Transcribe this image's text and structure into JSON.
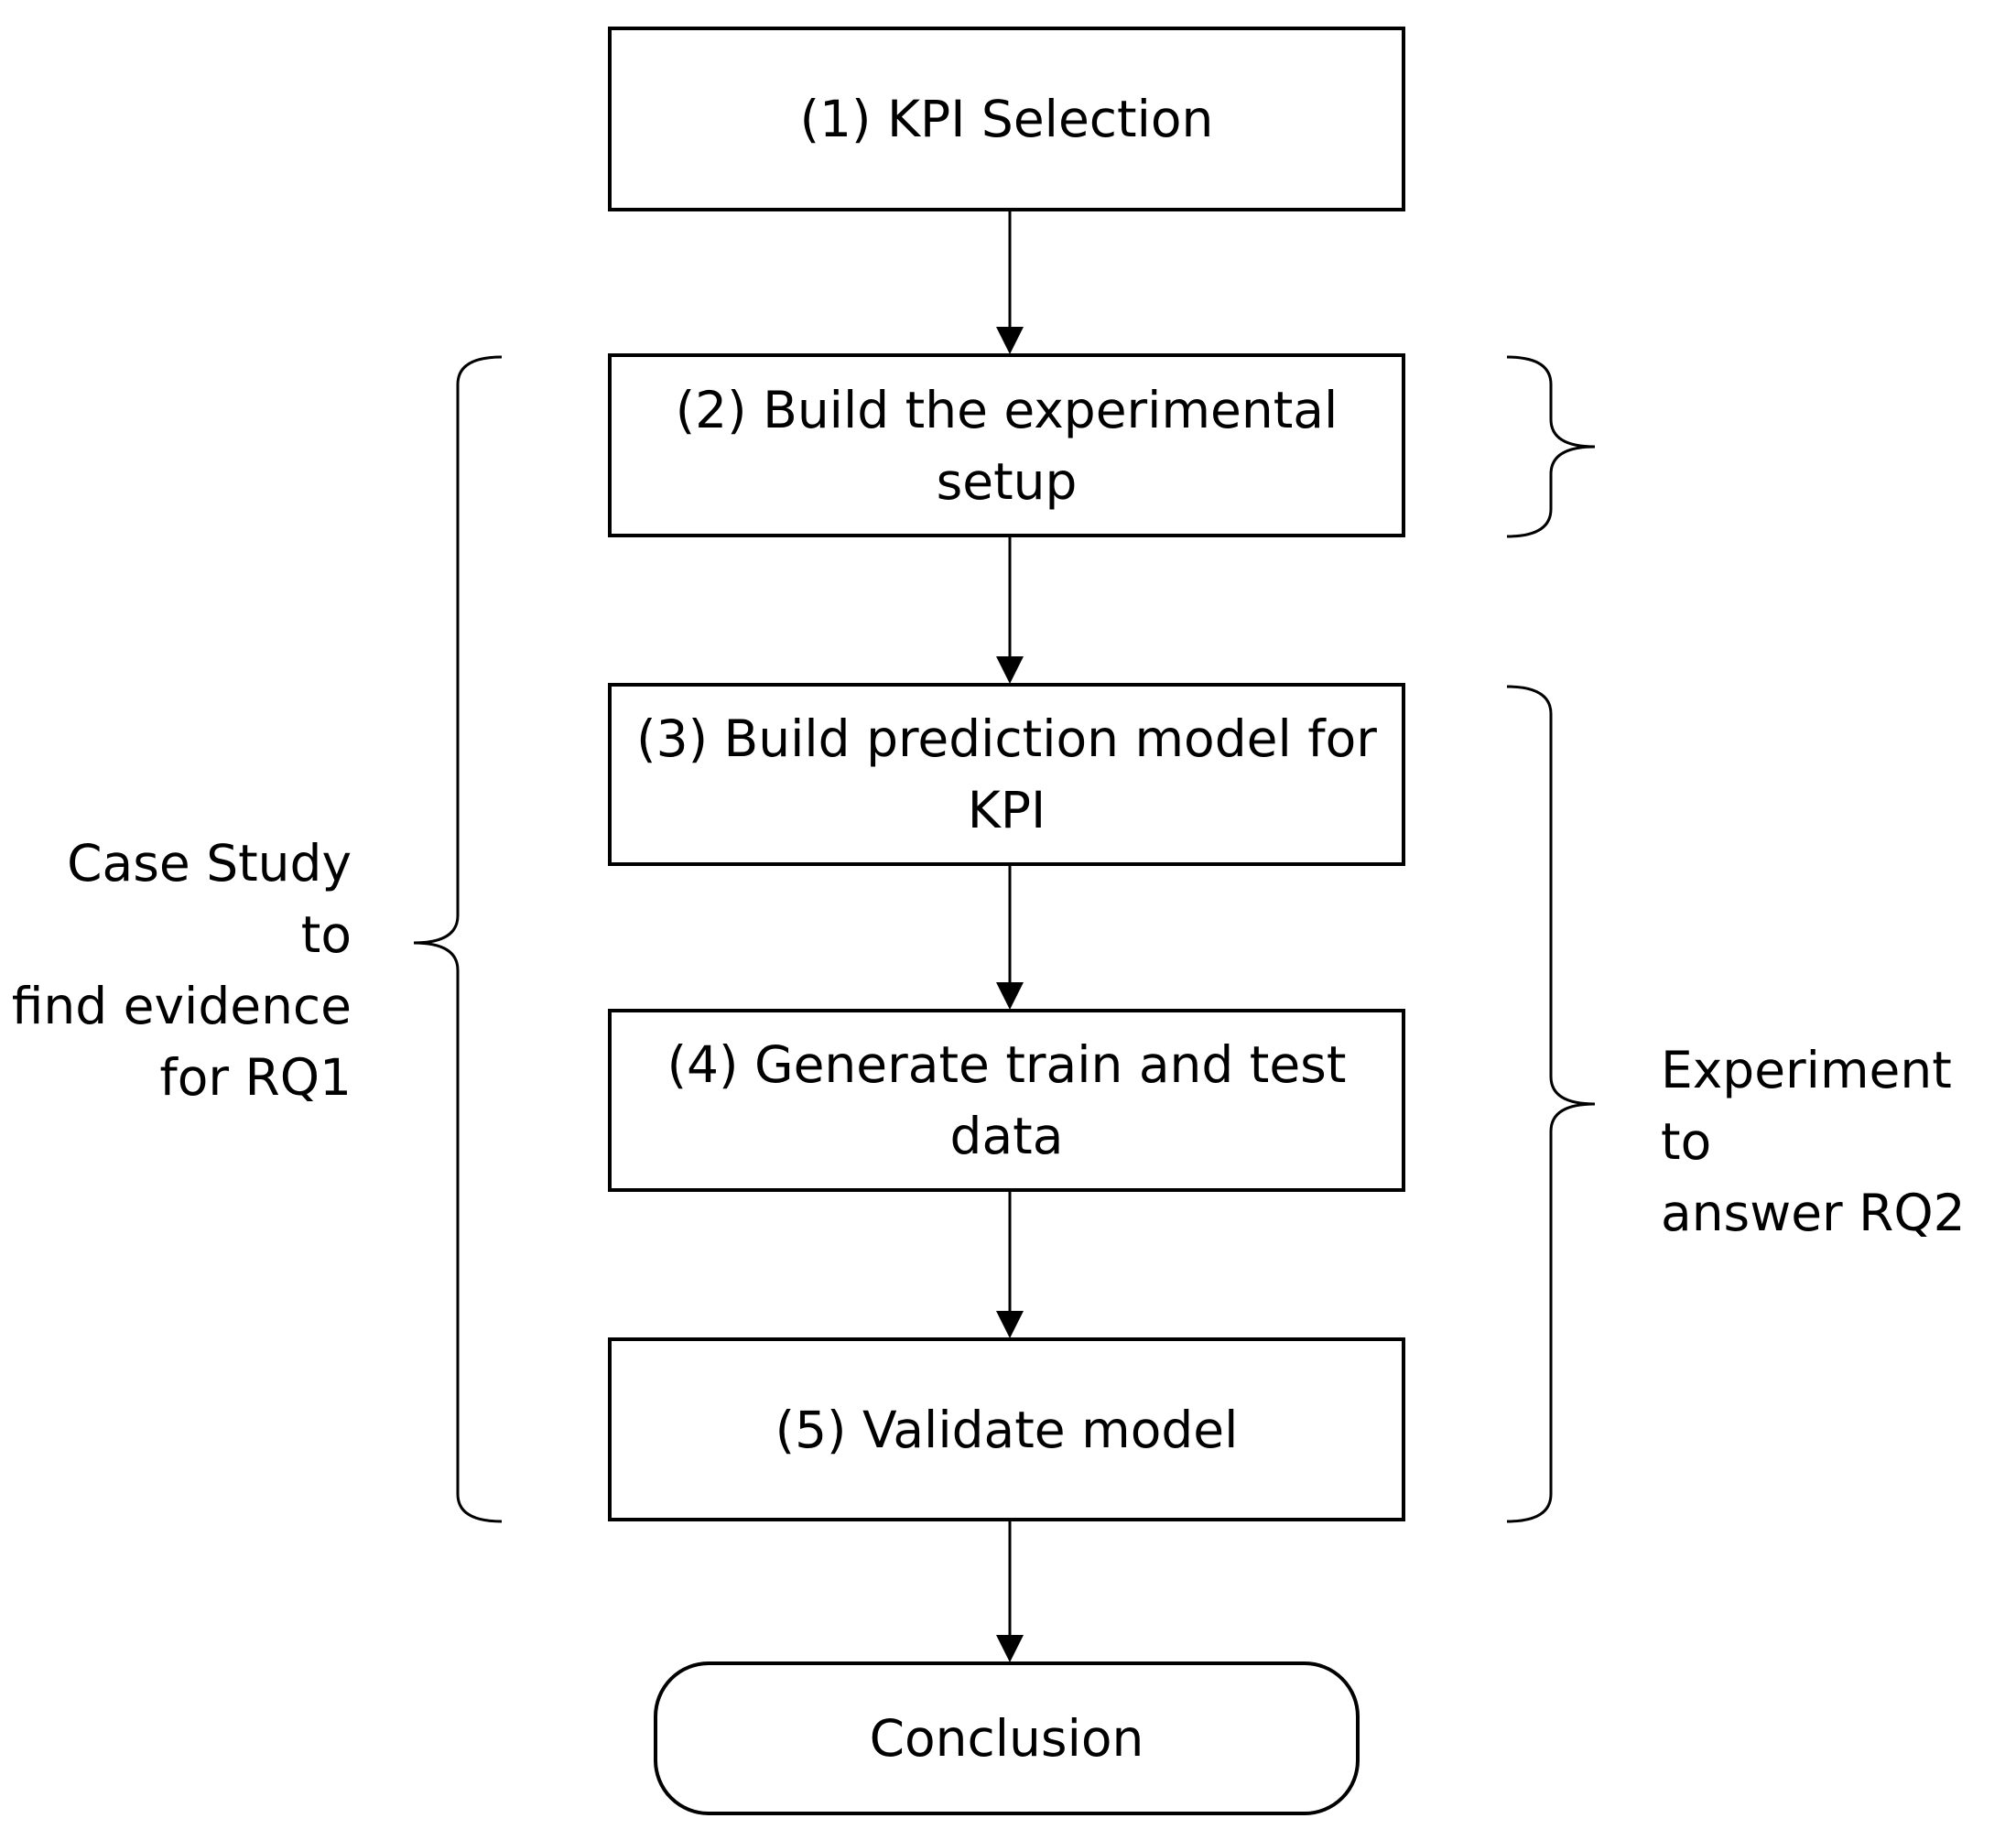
{
  "steps": [
    {
      "id": "step-1",
      "label": "(1) KPI Selection"
    },
    {
      "id": "step-2",
      "label": "(2) Build the experimental\nsetup"
    },
    {
      "id": "step-3",
      "label": "(3) Build prediction model for\nKPI"
    },
    {
      "id": "step-4",
      "label": "(4) Generate train and test\ndata"
    },
    {
      "id": "step-5",
      "label": "(5) Validate model"
    }
  ],
  "terminal": {
    "label": "Conclusion"
  },
  "braces": {
    "case_study_label": "Case Study to\nfind evidence\nfor  RQ1",
    "experiment_label": "Experiment to\nanswer RQ2"
  },
  "colors": {
    "stroke": "#000000",
    "fill": "#ffffff"
  }
}
